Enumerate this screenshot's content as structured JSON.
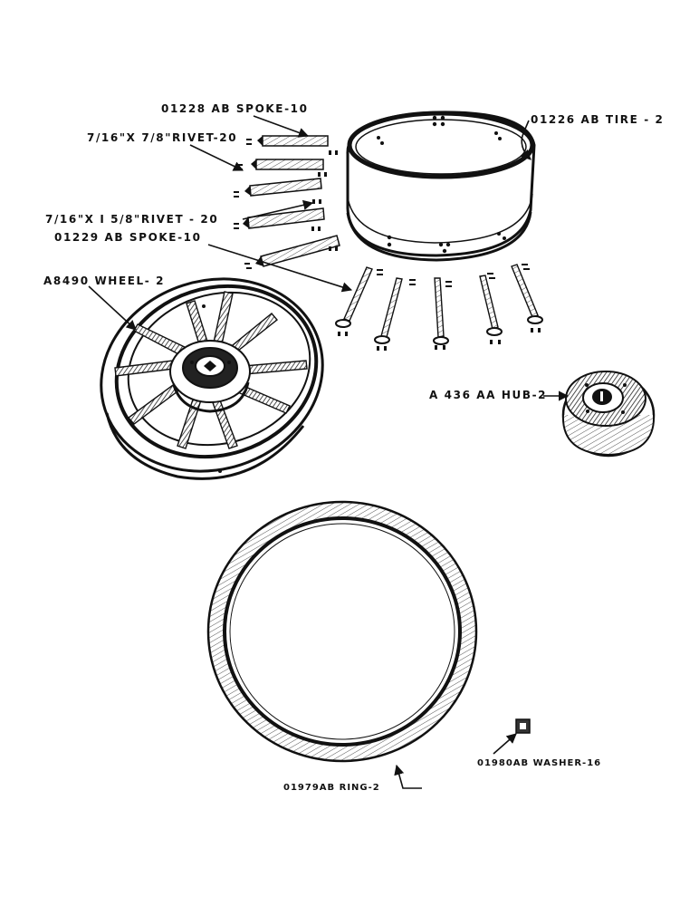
{
  "diagram": {
    "labels": {
      "spoke_top": "01228 AB  SPOKE-10",
      "rivet_short": "7/16\"X 7/8\"RIVET-20",
      "tire": "01226 AB TIRE - 2",
      "rivet_long": "7/16\"X I 5/8\"RIVET - 20",
      "spoke_lower": "01229 AB  SPOKE-10",
      "wheel": "A8490  WHEEL- 2",
      "hub": "A 436 AA HUB-2",
      "washer": "01980AB WASHER-16",
      "ring": "01979AB RING-2"
    },
    "ink_color": "#111111",
    "background_color": "#ffffff"
  }
}
